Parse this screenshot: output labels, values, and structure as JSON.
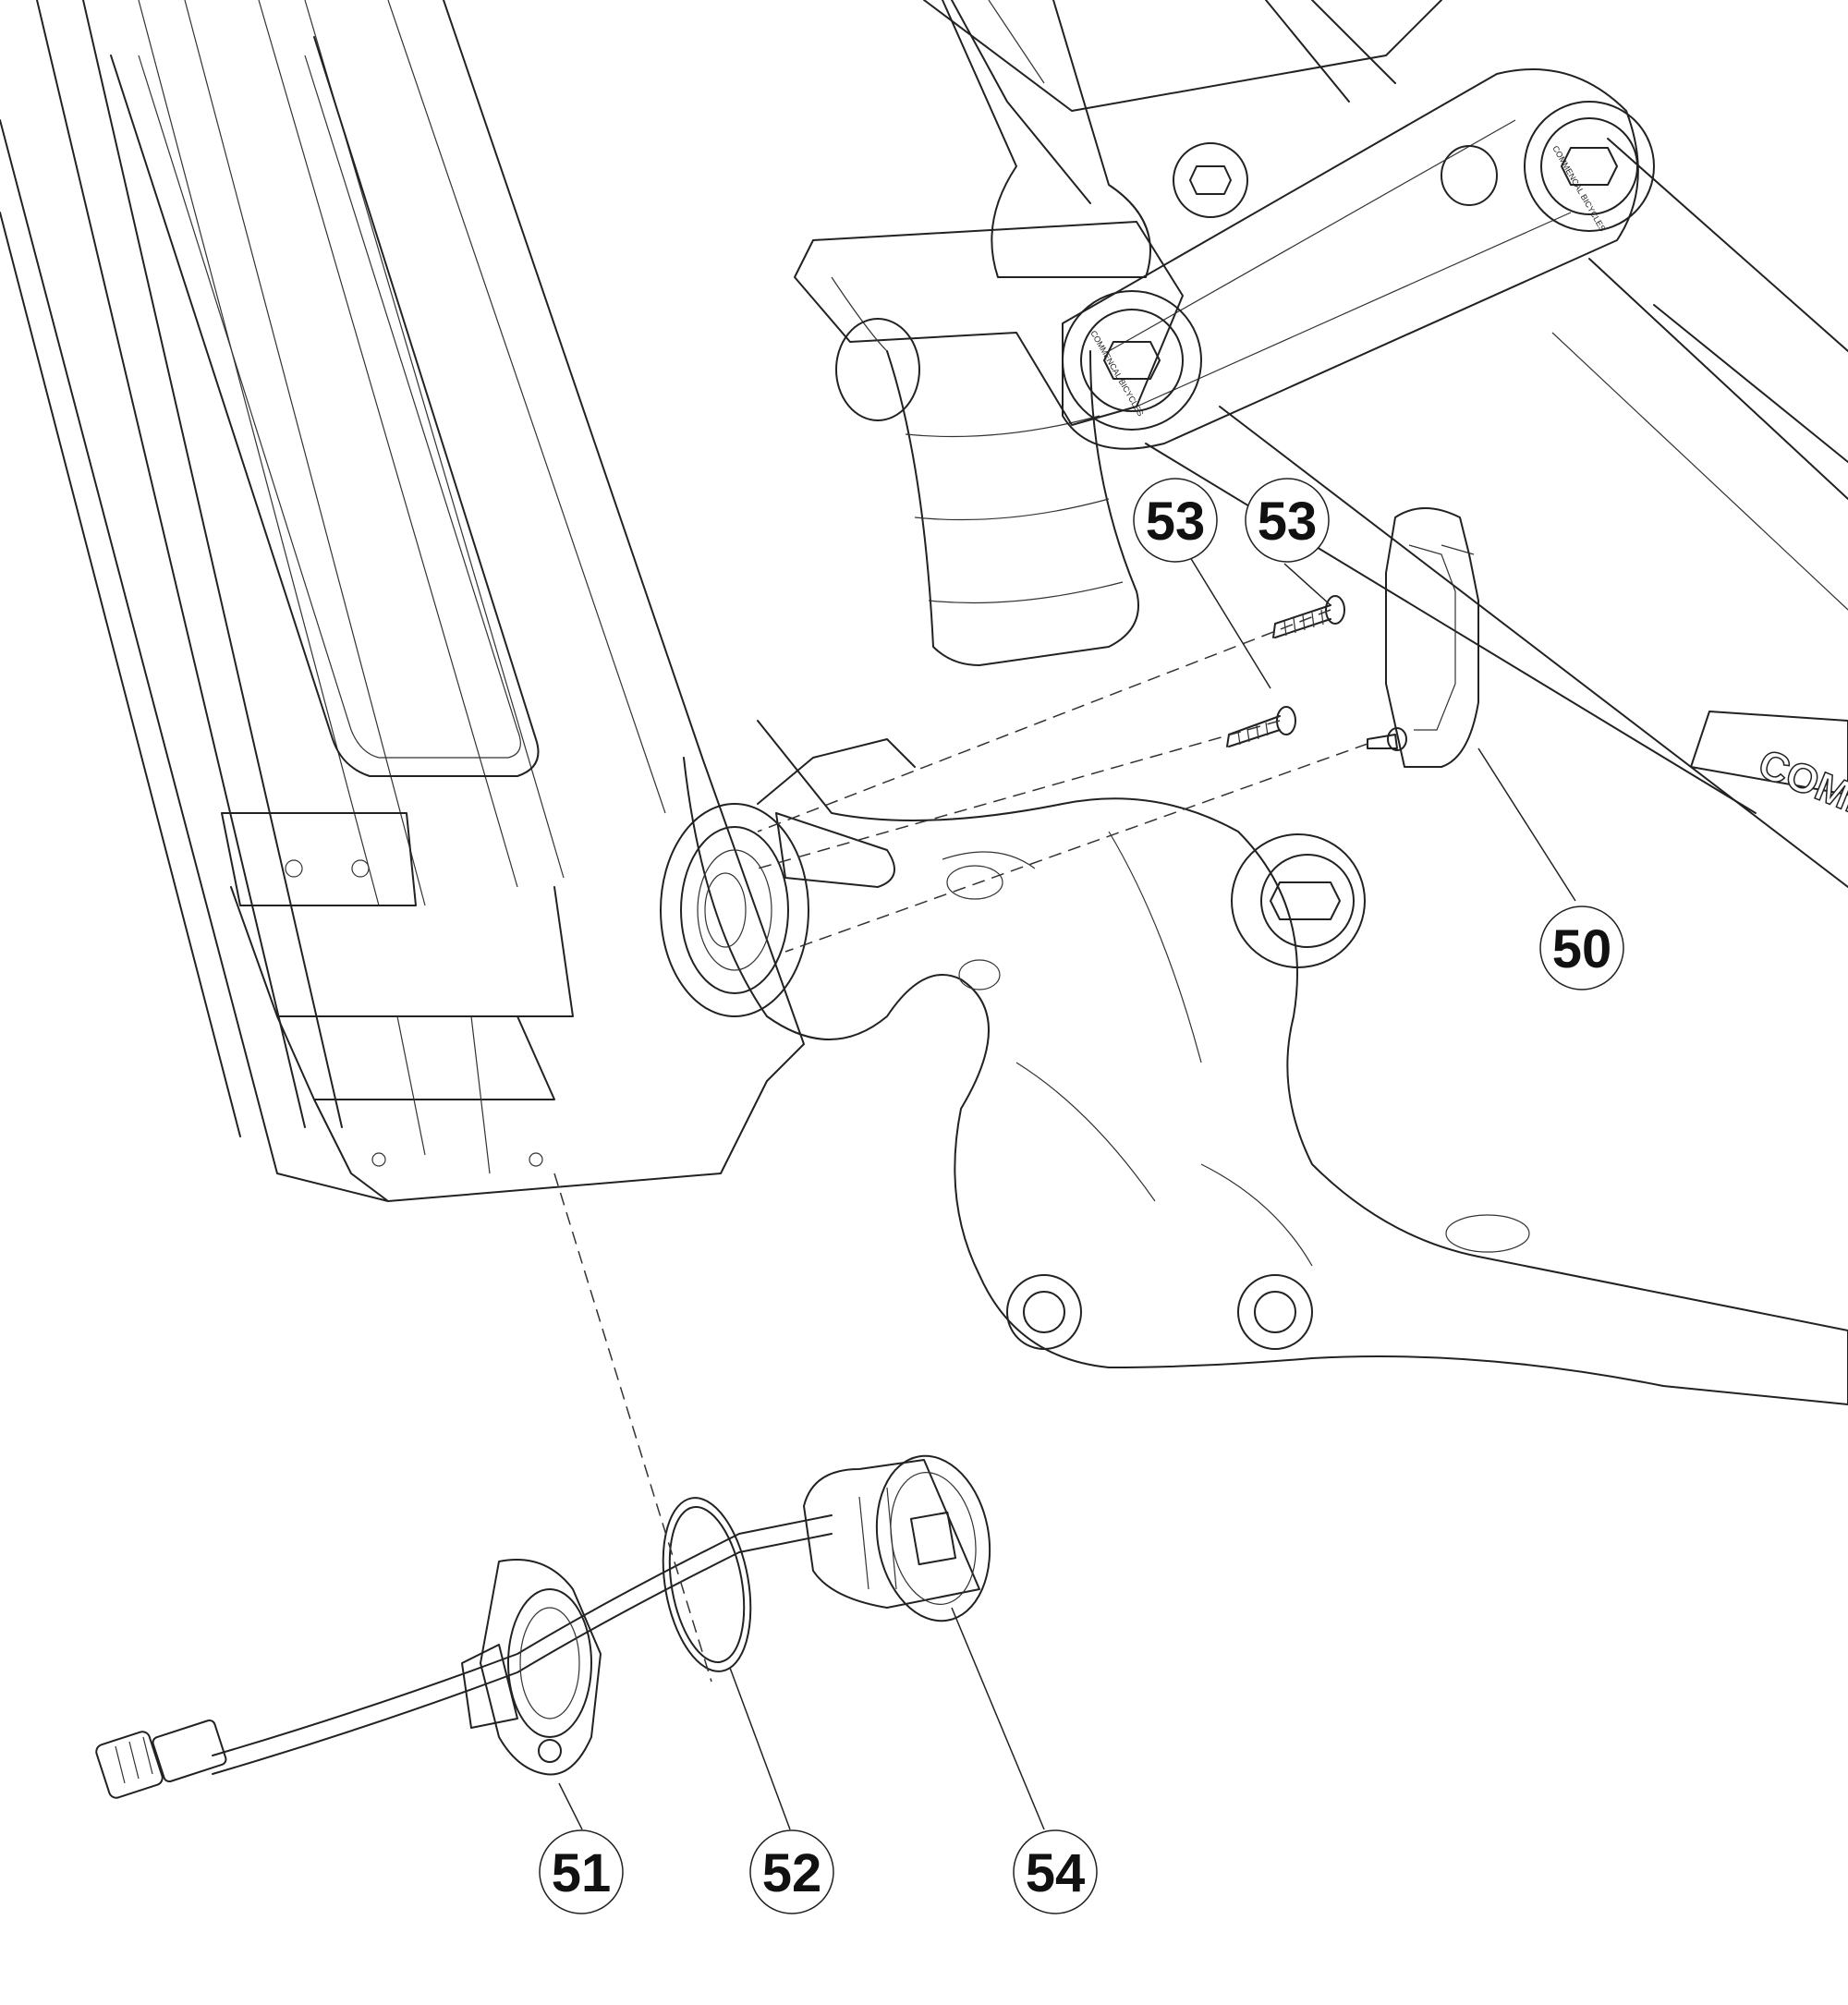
{
  "diagram": {
    "callouts": [
      {
        "id": "c53a",
        "label": "53"
      },
      {
        "id": "c53b",
        "label": "53"
      },
      {
        "id": "c50",
        "label": "50"
      },
      {
        "id": "c51",
        "label": "51"
      },
      {
        "id": "c52",
        "label": "52"
      },
      {
        "id": "c54",
        "label": "54"
      }
    ]
  },
  "logo_text": "COMMENCAL BICYCLES",
  "frame_text": "COMME"
}
